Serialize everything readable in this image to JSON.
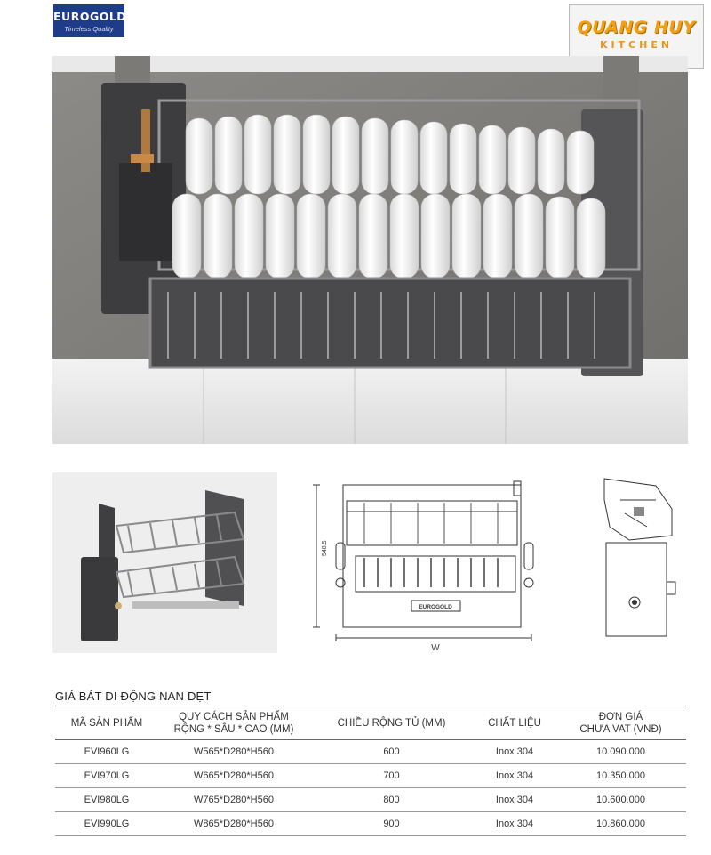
{
  "logos": {
    "eurogold_brand": "EUROGOLD",
    "eurogold_tagline": "Timeless Quality",
    "store_name": "QUANG HUY",
    "store_sub": "KITCHEN"
  },
  "drawing": {
    "height_label": "548.5",
    "width_label": "W",
    "plate_text": "EUROGOLD"
  },
  "table": {
    "title": "GIÁ BÁT DI ĐỘNG NAN DẸT",
    "headers": {
      "code": "MÃ SẢN PHẨM",
      "spec_line1": "QUY CÁCH SẢN PHẨM",
      "spec_line2": "RỘNG * SÂU * CAO (MM)",
      "width": "CHIỀU RỘNG TỦ (MM)",
      "material": "CHẤT LIỆU",
      "price_line1": "ĐƠN GIÁ",
      "price_line2": "CHƯA VAT (VNĐ)"
    },
    "rows": [
      {
        "code": "EVI960LG",
        "spec": "W565*D280*H560",
        "width": "600",
        "material": "Inox 304",
        "price": "10.090.000"
      },
      {
        "code": "EVI970LG",
        "spec": "W665*D280*H560",
        "width": "700",
        "material": "Inox 304",
        "price": "10.350.000"
      },
      {
        "code": "EVI980LG",
        "spec": "W765*D280*H560",
        "width": "800",
        "material": "Inox 304",
        "price": "10.600.000"
      },
      {
        "code": "EVI990LG",
        "spec": "W865*D280*H560",
        "width": "900",
        "material": "Inox 304",
        "price": "10.860.000"
      }
    ]
  },
  "colors": {
    "eurogold_blue": "#1f3c88",
    "quanghuy_orange": "#f2a012",
    "rack_metal": "#6e6e72"
  }
}
